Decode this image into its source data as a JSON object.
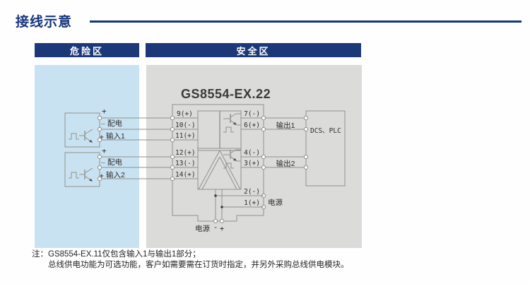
{
  "header": {
    "title": "接线示意"
  },
  "zones": {
    "hazard": "危险区",
    "safe": "安全区"
  },
  "module": {
    "name": "GS8554-EX.22",
    "left_terminals": [
      "9(+)",
      "10(-)",
      "11(+)",
      "12(+)",
      "13(-)",
      "14(+)"
    ],
    "right_terminals": [
      "7(-)",
      "6(+)",
      "4(-)",
      "3(+)",
      "2(-)",
      "1(+)"
    ]
  },
  "sensors": [
    {
      "top_plus": "+",
      "dist_minus": "_",
      "dist_label": "配电",
      "in_plus": "+",
      "in_label": "输入1"
    },
    {
      "top_plus": "+",
      "dist_minus": "_",
      "dist_label": "配电",
      "in_plus": "+",
      "in_label": "输入2"
    }
  ],
  "io": {
    "output1": "输出1",
    "output2": "输出2",
    "power_side": "电源",
    "power_bottom": "电源",
    "power_minus": "-",
    "power_plus": "+"
  },
  "dcs": {
    "label": "DCS、PLC"
  },
  "note": {
    "prefix": "注：",
    "line1": "GS8554-EX.11仅包含输入1与输出1部分；",
    "line2": "总线供电功能为可选功能，客户如需要需在订货时指定，并另外采购总线供电模块。"
  },
  "colors": {
    "accent_blue": "#17357e",
    "bar_blue": "#1c3878",
    "hazard_bg": "#c9e2f2",
    "safe_bg": "#dbdbd9",
    "wire_gray": "#90918b"
  }
}
